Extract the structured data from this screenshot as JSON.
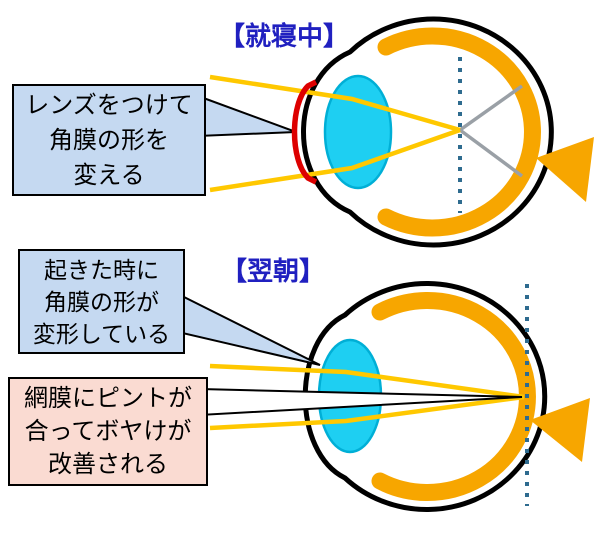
{
  "colors": {
    "background": "#FFFFFF",
    "title_blue": "#2020C0",
    "callout_blue_bg": "#C5D9F1",
    "callout_pink_bg": "#FADBD2",
    "outline_black": "#000000",
    "sclera_orange": "#F7A600",
    "lens_cyan": "#1ECFF2",
    "ray_yellow": "#FFC800",
    "ray_gray": "#9AA0A6",
    "focal_line_teal": "#2E6B8F",
    "contact_lens_red": "#DD0000",
    "needle_fill": "#FFFFFF"
  },
  "sleep_section": {
    "title": "【就寝中】",
    "callout": {
      "line1": "レンズをつけて",
      "line2": "角膜の形を",
      "line3": "変える"
    }
  },
  "morning_section": {
    "title": "【翌朝】",
    "callout_cornea": {
      "line1": "起きた時に",
      "line2": "角膜の形が",
      "line3": "変形している"
    },
    "callout_retina": {
      "line1": "網膜にピントが",
      "line2": "合ってボヤけが",
      "line3": "改善される"
    }
  }
}
